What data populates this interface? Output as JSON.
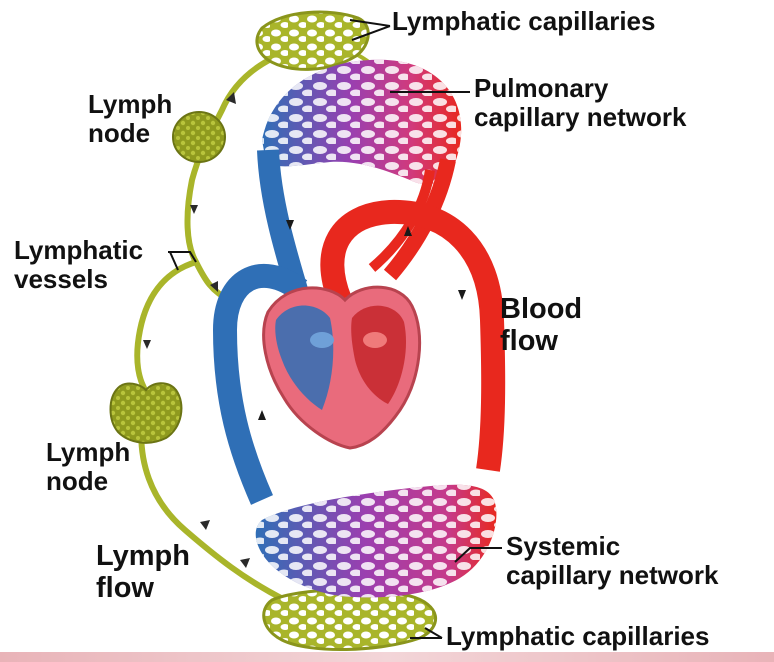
{
  "labels": {
    "lymphatic_capillaries_top": "Lymphatic capillaries",
    "pulmonary_line1": "Pulmonary",
    "pulmonary_line2": "capillary network",
    "lymph_node_top_line1": "Lymph",
    "lymph_node_top_line2": "node",
    "lymphatic_vessels_line1": "Lymphatic",
    "lymphatic_vessels_line2": "vessels",
    "blood_flow_line1": "Blood",
    "blood_flow_line2": "flow",
    "lymph_node_bottom_line1": "Lymph",
    "lymph_node_bottom_line2": "node",
    "lymph_flow_line1": "Lymph",
    "lymph_flow_line2": "flow",
    "systemic_line1": "Systemic",
    "systemic_line2": "capillary network",
    "lymphatic_capillaries_bottom": "Lymphatic capillaries"
  },
  "colors": {
    "oxygenated_blood": "#e8281e",
    "deoxygenated_blood": "#2f6fb6",
    "capillary_mix": "#9a3fb0",
    "lymph": "#a9b52a",
    "lymph_dark": "#6b7414",
    "heart_muscle": "#e96b7c",
    "background": "#ffffff"
  }
}
